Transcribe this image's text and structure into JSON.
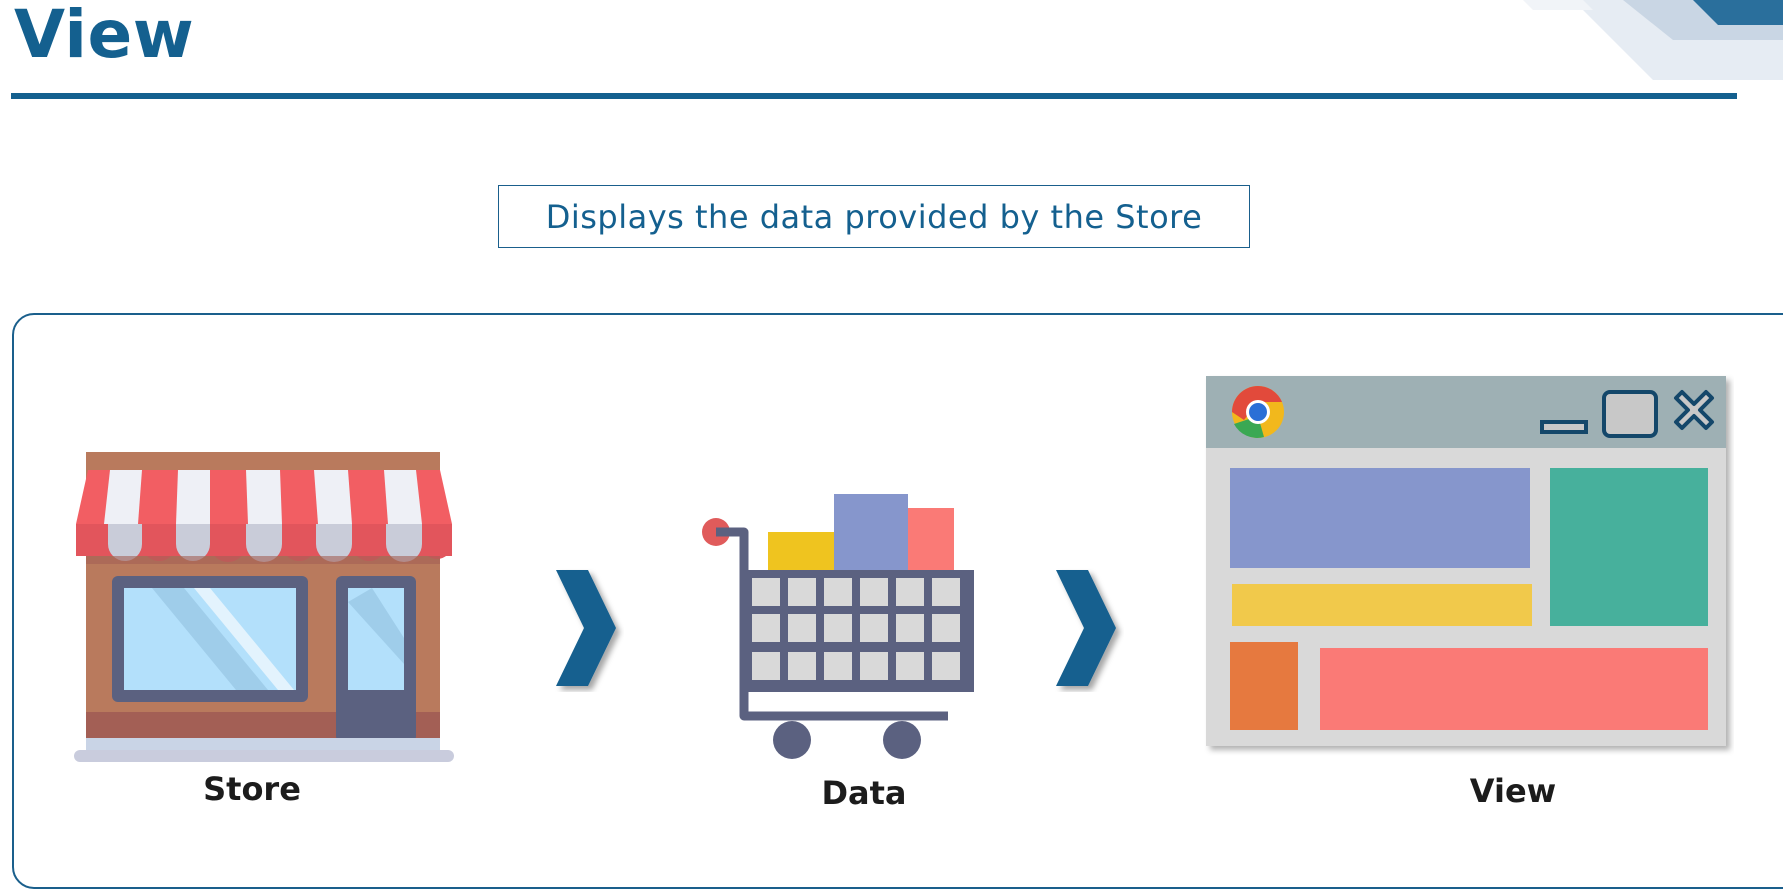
{
  "header": {
    "title": "View"
  },
  "callout": {
    "text": "Displays the data provided by the Store"
  },
  "flow": {
    "steps": [
      {
        "label": "Store",
        "icon": "store-icon"
      },
      {
        "label": "Data",
        "icon": "shopping-cart-icon"
      },
      {
        "label": "View",
        "icon": "browser-window-icon"
      }
    ],
    "arrow_icon": "chevron-right-icon"
  },
  "colors": {
    "accent": "#14608f",
    "awning_red": "#f25e63",
    "store_brown": "#b97a5d",
    "cart_navy": "#5b6180",
    "window_bar": "#9eb0b4",
    "block_blue": "#8696cc",
    "block_green": "#47b09c",
    "block_yellow": "#f1c94b",
    "block_orange": "#e6793f",
    "block_pink": "#fa7a76"
  }
}
